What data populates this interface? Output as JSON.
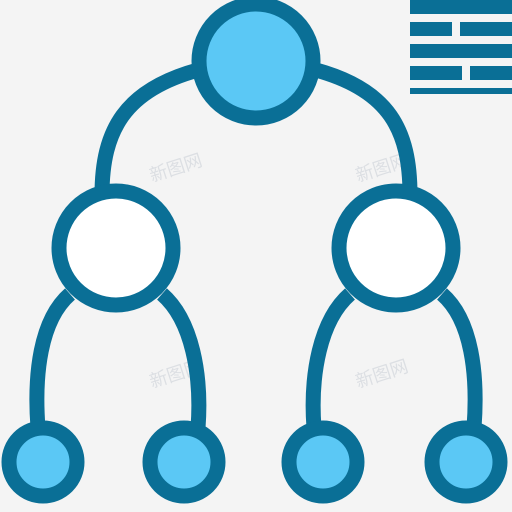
{
  "icon": {
    "name": "hierarchy-tree-icon",
    "colors": {
      "background": "#f4f4f4",
      "stroke": "#0a6f96",
      "fill_node": "#5bc8f5",
      "fill_empty": "#ffffff"
    }
  },
  "watermark": {
    "text": "新图网"
  },
  "nodes": [
    {
      "id": "root",
      "level": 0,
      "filled": true
    },
    {
      "id": "mid-left",
      "level": 1,
      "filled": false
    },
    {
      "id": "mid-right",
      "level": 1,
      "filled": false
    },
    {
      "id": "leaf-1",
      "level": 2,
      "filled": true
    },
    {
      "id": "leaf-2",
      "level": 2,
      "filled": true
    },
    {
      "id": "leaf-3",
      "level": 2,
      "filled": true
    },
    {
      "id": "leaf-4",
      "level": 2,
      "filled": true
    }
  ],
  "edges": [
    {
      "from": "root",
      "to": "mid-left"
    },
    {
      "from": "root",
      "to": "mid-right"
    },
    {
      "from": "mid-left",
      "to": "leaf-1"
    },
    {
      "from": "mid-left",
      "to": "leaf-2"
    },
    {
      "from": "mid-right",
      "to": "leaf-3"
    },
    {
      "from": "mid-right",
      "to": "leaf-4"
    }
  ]
}
